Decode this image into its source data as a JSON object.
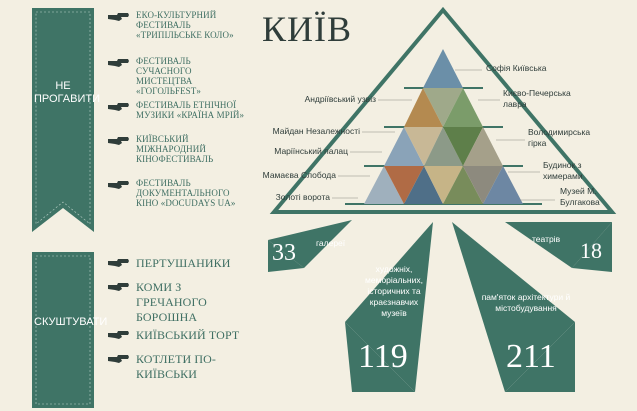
{
  "left": {
    "banner1": "НЕ ПРОГАВИТИ",
    "events": [
      "ЕКО-КУЛЬТУРНИЙ ФЕСТИВАЛЬ «ТРИПІЛЬСЬКЕ КОЛО»",
      "ФЕСТИВАЛЬ СУЧАСНОГО МИСТЕЦТВА «ГОГОЛЬFEST»",
      "ФЕСТИВАЛЬ ЕТНІЧНОЇ МУЗИКИ «КРАЇНА МРІЙ»",
      "КИЇВСЬКИЙ МІЖНАРОДНИЙ КІНОФЕСТИВАЛЬ",
      "ФЕСТИВАЛЬ ДОКУМЕНТАЛЬНОГО КІНО «DOCUDAYS UA»"
    ],
    "banner2": "СКУШТУВАТИ",
    "foods": [
      "ПЕРТУШАНИКИ",
      "КОМИ З ГРЕЧАНОГО БОРОШНА",
      "КИЇВСЬКИЙ ТОРТ",
      "КОТЛЕТИ ПО-КИЇВСЬКИ"
    ]
  },
  "title": "КИЇВ",
  "landmarks_left": [
    "Андріївський узвіз",
    "Майдан Незалежності",
    "Маріїнський палац",
    "Мамаєва Слобода",
    "Золоті ворота"
  ],
  "landmarks_right": [
    "Софія Київська",
    "Києво-Печерська лавра",
    "Володимирська гірка",
    "Будинок з химерами",
    "Музей М. Булгакова"
  ],
  "stats": {
    "galleries_num": "33",
    "galleries_label": "галереї",
    "theatres_num": "18",
    "theatres_label": "театрів",
    "museums_num": "119",
    "museums_label": "художніх, меморіальних, історичних та краєзнавчих музеїв",
    "monuments_num": "211",
    "monuments_label": "пам'яток архітектури й містобудування"
  },
  "colors": {
    "green": "#3f7466",
    "bg": "#f3efe2"
  }
}
